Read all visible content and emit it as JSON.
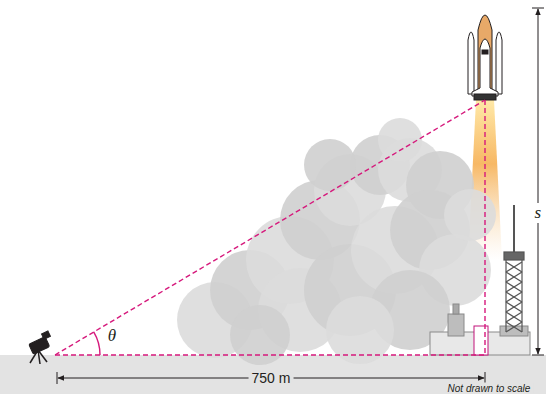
{
  "diagram": {
    "labels": [
      "θ",
      "750 m",
      "s",
      "Not drawn to scale"
    ]
  }
}
